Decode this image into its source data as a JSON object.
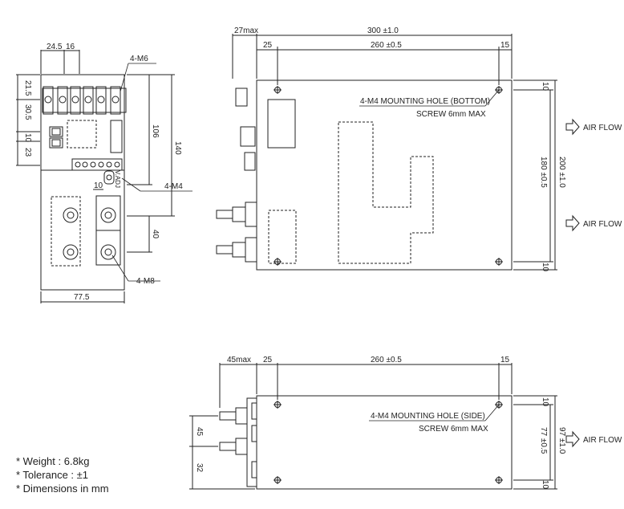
{
  "dimensions": {
    "top": {
      "max27": "27max",
      "len300": "300 ±1.0",
      "d25": "25",
      "len260": "260 ±0.5",
      "d15": "15",
      "d10a": "10",
      "d10b": "10",
      "h180": "180 ±0.5",
      "h200": "200 ±1.0"
    },
    "front": {
      "d24_5": "24.5",
      "d16": "16",
      "m6": "4-M6",
      "d21_5": "21.5",
      "d30_5": "30.5",
      "d10": "10",
      "d23": "23",
      "d106": "106",
      "d140": "140",
      "d10w": "10",
      "m4": "4-M4",
      "d40": "40",
      "m8": "4-M8",
      "w77_5": "77.5",
      "vadj": "V.ADJ"
    },
    "side": {
      "max45": "45max",
      "d25": "25",
      "len260": "260 ±0.5",
      "d15": "15",
      "d10a": "10",
      "d10b": "10",
      "h77": "77 ±0.5",
      "h97": "97 ±1.0",
      "d45": "45",
      "d32": "32"
    }
  },
  "annotations": {
    "bottom_hole": "4-M4 MOUNTING HOLE (BOTTOM)",
    "bottom_screw": "SCREW 6mm MAX",
    "side_hole": "4-M4 MOUNTING HOLE (SIDE)",
    "side_screw": "SCREW 6mm MAX",
    "airflow": [
      "AIR FLOW",
      "AIR FLOW",
      "AIR FLOW"
    ]
  },
  "notes": [
    "* Weight : 6.8kg",
    "* Tolerance : ±1",
    "* Dimensions in mm"
  ]
}
